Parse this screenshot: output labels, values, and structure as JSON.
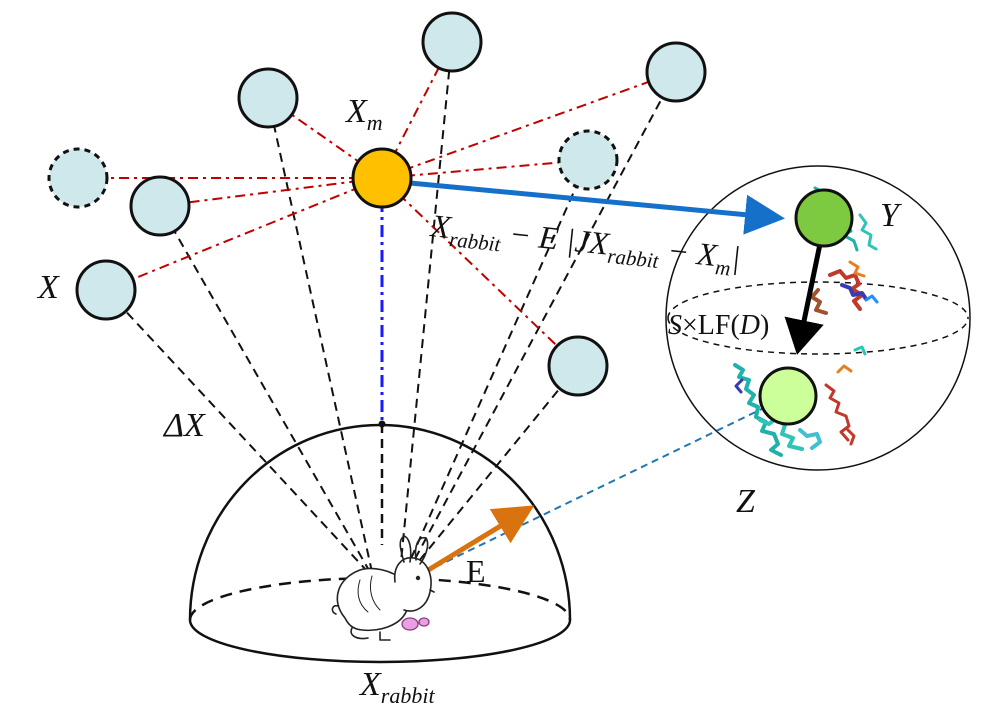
{
  "diagram": {
    "labels": {
      "xm_main": "X",
      "xm_sub": "m",
      "x": "X",
      "delta_x": "ΔX",
      "formula_a": "X",
      "formula_a_sub": "rabbit",
      "formula_b": " − E |JX",
      "formula_b_sub": "rabbit",
      "formula_c": " − X",
      "formula_c_sub": "m",
      "formula_d": "|",
      "y": "Y",
      "z": "Z",
      "levy_s": "S",
      "levy_rest": "×LF(",
      "levy_d": "D",
      "levy_close": ")",
      "e": "E",
      "rabbit_main": "X",
      "rabbit_sub": "rabbit"
    },
    "colors": {
      "node_fill": "#cfe8ec",
      "leader_fill": "#ffc000",
      "y_fill": "#7dc940",
      "z_fill": "#ccff99",
      "red_dash": "#c00000",
      "blue_arrow": "#1470c8",
      "blue_dashdot": "#1a1aff",
      "orange_arrow": "#d9730f",
      "thin_blue_dash": "#1f77b4"
    },
    "icons": [
      "rabbit-icon",
      "levy-flight-trace"
    ]
  }
}
